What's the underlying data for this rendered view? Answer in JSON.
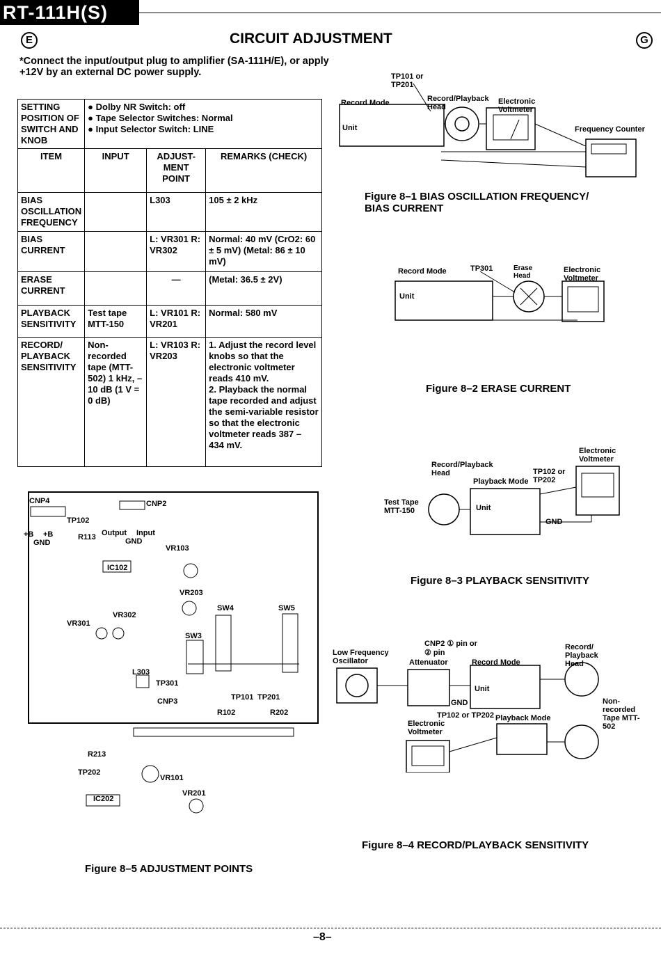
{
  "header": {
    "model": "RT-111H(S)",
    "lang_marker_left": "E",
    "lang_marker_right": "G",
    "title": "CIRCUIT ADJUSTMENT"
  },
  "note": "*Connect the input/output plug to amplifier (SA-111H/E), or apply +12V by an external DC power supply.",
  "table": {
    "setting_label": "SETTING POSITION OF SWITCH AND KNOB",
    "setting_items": [
      "Dolby NR Switch: off",
      "Tape Selector Switches: Normal",
      "Input Selector Switch: LINE"
    ],
    "headers": {
      "item": "ITEM",
      "input": "INPUT",
      "adjustment_point": "ADJUST-MENT POINT",
      "remarks": "REMARKS (CHECK)"
    },
    "rows": [
      {
        "item": "BIAS OSCILLATION FREQUENCY",
        "input": "",
        "adj": "L303",
        "remarks": "105 ± 2 kHz"
      },
      {
        "item": "BIAS CURRENT",
        "input": "",
        "adj": "L: VR301 R: VR302",
        "remarks": "Normal: 40 mV (CrO2: 60 ± 5 mV) (Metal: 86 ± 10 mV)"
      },
      {
        "item": "ERASE CURRENT",
        "input": "",
        "adj": "—",
        "remarks": "(Metal: 36.5 ± 2V)"
      },
      {
        "item": "PLAYBACK SENSITIVITY",
        "input": "Test tape MTT-150",
        "adj": "L: VR101 R: VR201",
        "remarks": "Normal: 580 mV"
      }
    ],
    "record_row": {
      "item": "RECORD/ PLAYBACK SENSITIVITY",
      "input": "Non-recorded tape (MTT-502) 1 kHz, –10 dB (1 V = 0 dB)",
      "adj": "L: VR103 R: VR203",
      "remarks": [
        "1. Adjust the record level knobs so that the electronic voltmeter reads 410 mV.",
        "2. Playback the normal tape recorded and adjust the semi-variable resistor so that the electronic voltmeter reads 387 – 434 mV."
      ]
    }
  },
  "fig1": {
    "caption": "Figure 8–1 BIAS OSCILLATION FREQUENCY/ BIAS CURRENT",
    "labels": {
      "tp": "TP101 or TP201",
      "record_mode": "Record Mode",
      "head": "Record/Playback Head",
      "voltmeter": "Electronic Voltmeter",
      "unit": "Unit",
      "counter": "Frequency Counter"
    }
  },
  "fig2": {
    "caption": "Figure 8–2 ERASE CURRENT",
    "labels": {
      "record_mode": "Record Mode",
      "tp": "TP301",
      "head": "Erase Head",
      "voltmeter": "Electronic Voltmeter",
      "unit": "Unit"
    }
  },
  "fig3": {
    "caption": "Figure 8–3 PLAYBACK SENSITIVITY",
    "labels": {
      "head": "Record/Playback Head",
      "tp": "TP102 or TP202",
      "mode": "Playback Mode",
      "voltmeter": "Electronic Voltmeter",
      "tape": "Test Tape MTT-150",
      "unit": "Unit",
      "gnd": "GND"
    }
  },
  "fig4": {
    "caption": "Figure 8–4 RECORD/PLAYBACK SENSITIVITY",
    "labels": {
      "osc": "Low Frequency Oscillator",
      "cnp": "CNP2 ① pin or ② pin",
      "att": "Attenuator",
      "rec_mode": "Record Mode",
      "head": "Record/ Playback Head",
      "unit": "Unit",
      "gnd": "GND",
      "tp": "TP102 or TP202",
      "pb_mode": "Playback Mode",
      "voltmeter": "Electronic Voltmeter",
      "tape": "Non-recorded Tape MTT-502"
    }
  },
  "fig5": {
    "caption": "Figure 8–5 ADJUSTMENT POINTS",
    "labels": {
      "cnp4": "CNP4",
      "cnp2": "CNP2",
      "tp102": "TP102",
      "r113": "R113",
      "gnd": "GND",
      "b1": "+B",
      "b2": "+B",
      "output": "Output",
      "input": "Input",
      "gnd2": "GND",
      "vr103": "VR103",
      "ic102": "IC102",
      "vr203": "VR203",
      "sw4": "SW4",
      "sw5": "SW5",
      "vr302": "VR302",
      "vr301": "VR301",
      "sw3": "SW3",
      "l303": "L303",
      "tp301": "TP301",
      "cnp3": "CNP3",
      "tp101": "TP101",
      "tp201": "TP201",
      "r102": "R102",
      "r202": "R202",
      "r213": "R213",
      "tp202": "TP202",
      "vr101": "VR101",
      "ic202": "IC202",
      "vr201": "VR201"
    }
  },
  "page_number": "–8–"
}
